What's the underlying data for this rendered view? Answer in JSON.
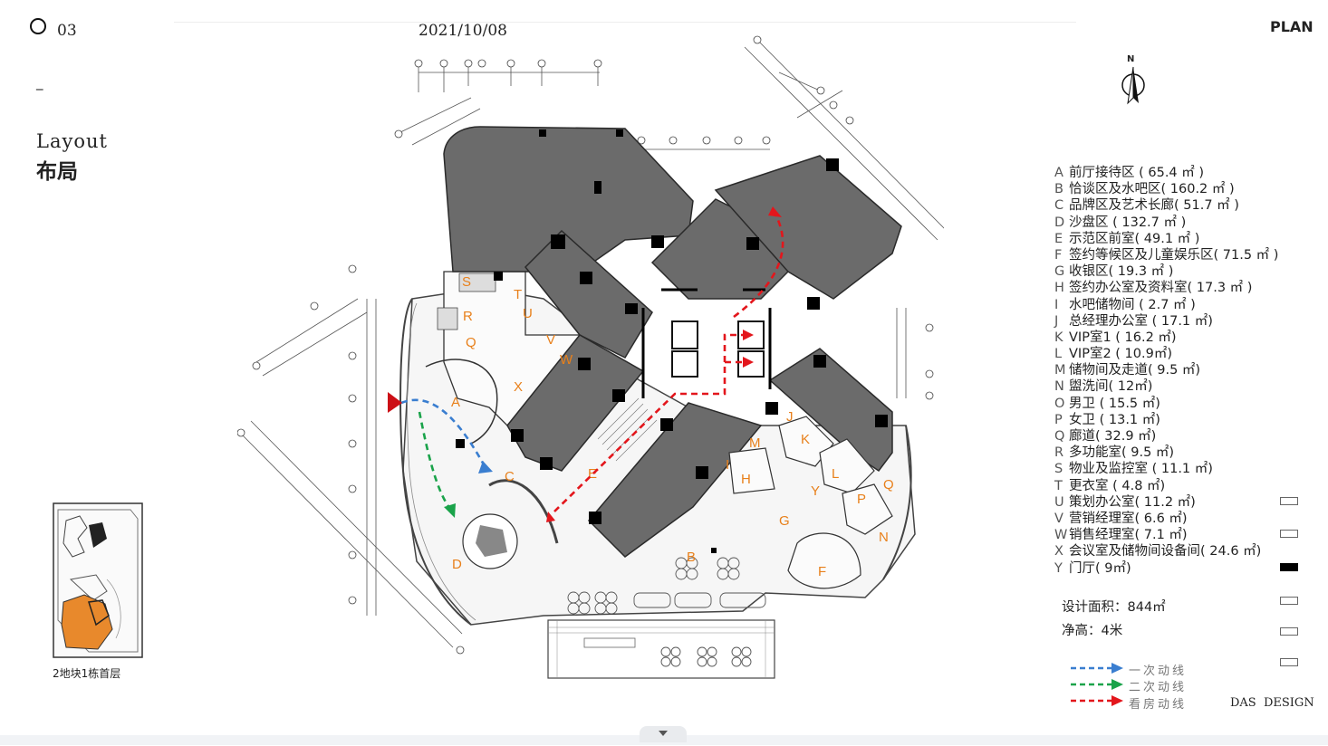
{
  "header": {
    "page_number": "03",
    "date": "2021/10/08",
    "dash": "_",
    "plan_label": "PLAN"
  },
  "title": {
    "en": "Layout",
    "zh": "布局"
  },
  "keyplan": {
    "caption": "2地块1栋首层"
  },
  "compass": {
    "north": "N"
  },
  "legend": [
    {
      "letter": "A",
      "text": "前厅接待区 ( 65.4 ㎡ )"
    },
    {
      "letter": "B",
      "text": "恰谈区及水吧区( 160.2 ㎡ )"
    },
    {
      "letter": "C",
      "text": "品牌区及艺术长廊( 51.7 ㎡ )"
    },
    {
      "letter": "D",
      "text": "沙盘区 ( 132.7 ㎡ )"
    },
    {
      "letter": "E",
      "text": "示范区前室( 49.1 ㎡ )"
    },
    {
      "letter": "F",
      "text": "签约等候区及儿童娱乐区( 71.5 ㎡ )"
    },
    {
      "letter": "G",
      "text": "收银区( 19.3 ㎡ )"
    },
    {
      "letter": "H",
      "text": "签约办公室及资料室( 17.3 ㎡ )"
    },
    {
      "letter": "I",
      "text": "水吧储物间 ( 2.7 ㎡ )"
    },
    {
      "letter": "J",
      "text": "总经理办公室 ( 17.1 ㎡)"
    },
    {
      "letter": "K",
      "text": "VIP室1 ( 16.2 ㎡)"
    },
    {
      "letter": "L",
      "text": "VIP室2 ( 10.9㎡)"
    },
    {
      "letter": "M",
      "text": "储物间及走道( 9.5 ㎡)"
    },
    {
      "letter": "N",
      "text": "盥洗间( 12㎡)"
    },
    {
      "letter": "O",
      "text": "男卫 ( 15.5 ㎡)"
    },
    {
      "letter": "P",
      "text": "女卫 ( 13.1 ㎡)"
    },
    {
      "letter": "Q",
      "text": "廊道( 32.9 ㎡)"
    },
    {
      "letter": "R",
      "text": "多功能室( 9.5 ㎡)"
    },
    {
      "letter": "S",
      "text": "物业及监控室 ( 11.1 ㎡)"
    },
    {
      "letter": "T",
      "text": "更衣室 ( 4.8 ㎡)"
    },
    {
      "letter": "U",
      "text": "策划办公室( 11.2 ㎡)"
    },
    {
      "letter": "V",
      "text": "营销经理室( 6.6 ㎡)"
    },
    {
      "letter": "W",
      "text": "销售经理室( 7.1 ㎡)"
    },
    {
      "letter": "X",
      "text": "会议室及储物间设备间( 24.6 ㎡)"
    },
    {
      "letter": "Y",
      "text": "门厅( 9㎡)"
    }
  ],
  "info": {
    "area": "设计面积：844㎡",
    "height": "净高：4米"
  },
  "flows": [
    {
      "label": "一次动线",
      "color": "#3a7ed0"
    },
    {
      "label": "二次动线",
      "color": "#1aa34a"
    },
    {
      "label": "看房动线",
      "color": "#e3161c"
    }
  ],
  "brand": "DAS  DESIGN",
  "colors": {
    "zone_label": "#e8801b",
    "dark_block": "#6b6b6b",
    "key_highlight": "#e8892c"
  }
}
